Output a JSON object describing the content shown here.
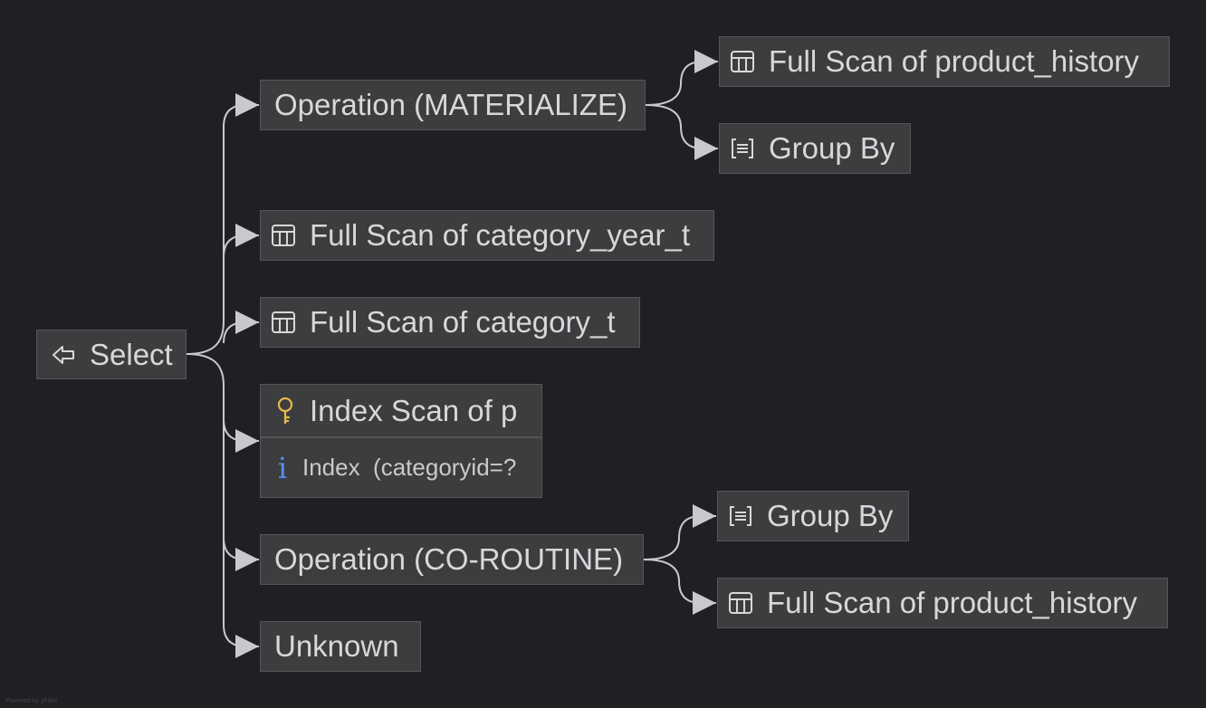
{
  "nodes": {
    "root": {
      "label": "Select",
      "icon": "arrow-left-icon"
    },
    "materialize": {
      "label": "Operation (MATERIALIZE)"
    },
    "materialize_scan": {
      "label": "Full Scan of product_history",
      "icon": "table-icon"
    },
    "materialize_group": {
      "label": "Group By",
      "icon": "group-by-icon"
    },
    "category_year_scan": {
      "label": "Full Scan of category_year_t",
      "icon": "table-icon"
    },
    "category_scan": {
      "label": "Full Scan of category_t",
      "icon": "table-icon"
    },
    "index_scan": {
      "label": "Index Scan of p",
      "icon": "key-icon",
      "detail": "Index  (categoryid=?",
      "detail_icon": "info-icon"
    },
    "coroutine": {
      "label": "Operation (CO-ROUTINE)"
    },
    "coroutine_group": {
      "label": "Group By",
      "icon": "group-by-icon"
    },
    "coroutine_scan": {
      "label": "Full Scan of product_history",
      "icon": "table-icon"
    },
    "unknown": {
      "label": "Unknown"
    }
  },
  "colors": {
    "background": "#1f2023",
    "node_fill": "#3c3d3f",
    "node_border": "#545557",
    "edge": "#c8c9cb",
    "key_icon": "#e8b84a",
    "info_icon": "#5b8def"
  },
  "watermark": "Powered by yFiles"
}
